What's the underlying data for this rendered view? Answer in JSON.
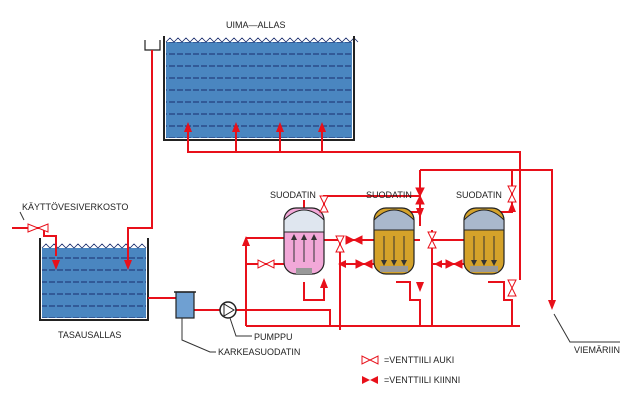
{
  "labels": {
    "pool": "UIMA—ALLAS",
    "supply": "KÄYTTÖVESIVERKOSTO",
    "balance_tank": "TASAUSALLAS",
    "pump": "PUMPPU",
    "coarse_filter": "KARKEASUODATIN",
    "drain": "VIEMÄRIIN",
    "filter_1": "SUODATIN",
    "filter_2": "SUODATIN",
    "filter_3": "SUODATIN"
  },
  "legend": {
    "open_valve": "=VENTTIILI  AUKI",
    "closed_valve": "=VENTTIILI  KIINNI"
  },
  "colors": {
    "pipe": "#e8101a",
    "water": "#4a86c0",
    "water_dash": "#1b2e6e",
    "filter_backwash": "#f2a8d8",
    "filter_sand": "#d4a22a",
    "filter_top": "#a9b8cc",
    "coarse_filter": "#6fa0d2"
  }
}
